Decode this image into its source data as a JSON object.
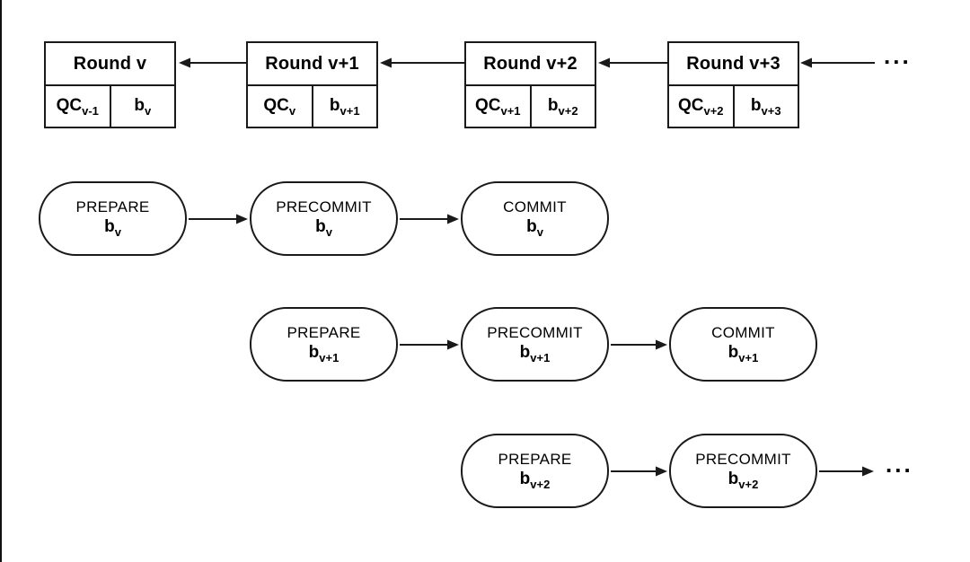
{
  "colors": {
    "background": "#ffffff",
    "line": "#1a1a1a",
    "text": "#000000"
  },
  "chain": {
    "rounds": [
      {
        "title": "Round v",
        "qc_base": "QC",
        "qc_sub": "v-1",
        "block_base": "b",
        "block_sub": "v"
      },
      {
        "title": "Round v+1",
        "qc_base": "QC",
        "qc_sub": "v",
        "block_base": "b",
        "block_sub": "v+1"
      },
      {
        "title": "Round v+2",
        "qc_base": "QC",
        "qc_sub": "v+1",
        "block_base": "b",
        "block_sub": "v+2"
      },
      {
        "title": "Round v+3",
        "qc_base": "QC",
        "qc_sub": "v+2",
        "block_base": "b",
        "block_sub": "v+3"
      }
    ],
    "ellipsis": "..."
  },
  "phases": {
    "rows": [
      {
        "pills": [
          {
            "label": "PREPARE",
            "block_base": "b",
            "block_sub": "v"
          },
          {
            "label": "PRECOMMIT",
            "block_base": "b",
            "block_sub": "v"
          },
          {
            "label": "COMMIT",
            "block_base": "b",
            "block_sub": "v"
          }
        ]
      },
      {
        "pills": [
          {
            "label": "PREPARE",
            "block_base": "b",
            "block_sub": "v+1"
          },
          {
            "label": "PRECOMMIT",
            "block_base": "b",
            "block_sub": "v+1"
          },
          {
            "label": "COMMIT",
            "block_base": "b",
            "block_sub": "v+1"
          }
        ]
      },
      {
        "pills": [
          {
            "label": "PREPARE",
            "block_base": "b",
            "block_sub": "v+2"
          },
          {
            "label": "PRECOMMIT",
            "block_base": "b",
            "block_sub": "v+2"
          }
        ],
        "ellipsis": "..."
      }
    ]
  }
}
